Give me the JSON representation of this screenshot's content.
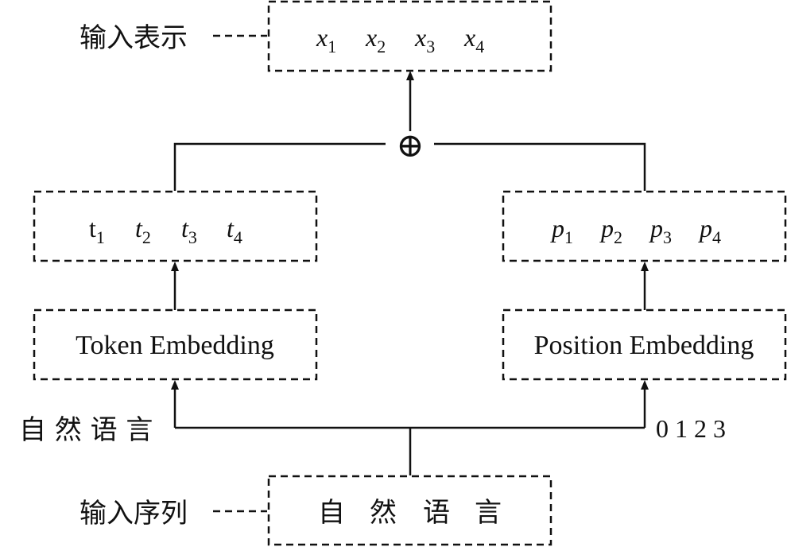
{
  "labels": {
    "input_repr_label": "输入表示",
    "input_seq_label": "输入序列",
    "natural_language_left": "自 然 语 言",
    "position_indices": "0 1 2 3"
  },
  "boxes": {
    "output_tokens": [
      {
        "base": "x",
        "sub": "1"
      },
      {
        "base": "x",
        "sub": "2"
      },
      {
        "base": "x",
        "sub": "3"
      },
      {
        "base": "x",
        "sub": "4"
      }
    ],
    "token_vectors": [
      {
        "base": "t",
        "sub": "1"
      },
      {
        "base": "t",
        "sub": "2"
      },
      {
        "base": "t",
        "sub": "3"
      },
      {
        "base": "t",
        "sub": "4"
      }
    ],
    "position_vectors": [
      {
        "base": "p",
        "sub": "1"
      },
      {
        "base": "p",
        "sub": "2"
      },
      {
        "base": "p",
        "sub": "3"
      },
      {
        "base": "p",
        "sub": "4"
      }
    ],
    "token_embedding": "Token Embedding",
    "position_embedding": "Position Embedding",
    "input_sequence": [
      "自",
      "然",
      "语",
      "言"
    ]
  },
  "symbols": {
    "sum": "⊕"
  }
}
